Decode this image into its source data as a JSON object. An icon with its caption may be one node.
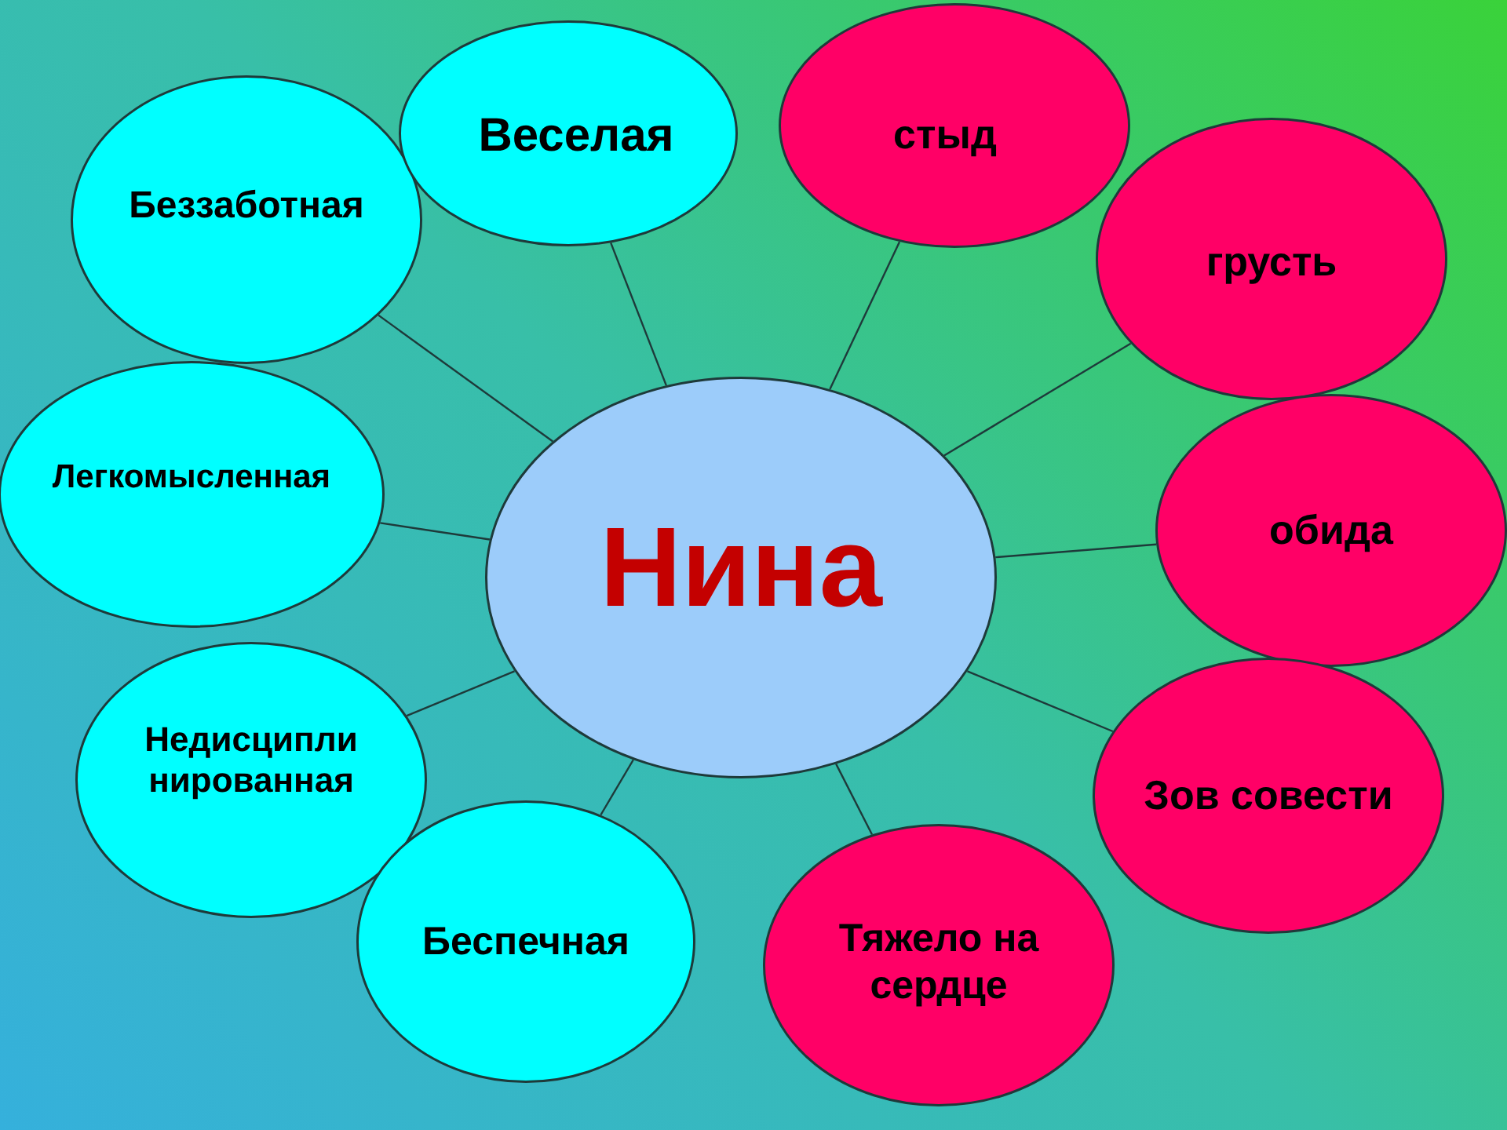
{
  "diagram": {
    "nodes": [
      {
        "text": [
          "Нина"
        ]
      },
      {
        "text": [
          "Беззаботная"
        ]
      },
      {
        "text": [
          "Веселая"
        ]
      },
      {
        "text": [
          "стыд"
        ]
      },
      {
        "text": [
          "грусть"
        ]
      },
      {
        "text": [
          "Легкомысленная"
        ]
      },
      {
        "text": [
          "обида"
        ]
      },
      {
        "text": [
          "Недисципли нированная"
        ]
      },
      {
        "text": [
          "Зов совести"
        ]
      },
      {
        "text": [
          "Беспечная"
        ]
      },
      {
        "text": [
          "Тяжело на сердце"
        ]
      }
    ],
    "edges": [
      {
        "from": 0,
        "to": 1,
        "arrow": "none"
      },
      {
        "from": 0,
        "to": 2,
        "arrow": "none"
      },
      {
        "from": 0,
        "to": 3,
        "arrow": "none"
      },
      {
        "from": 0,
        "to": 4,
        "arrow": "none"
      },
      {
        "from": 0,
        "to": 5,
        "arrow": "none"
      },
      {
        "from": 0,
        "to": 6,
        "arrow": "none"
      },
      {
        "from": 0,
        "to": 7,
        "arrow": "none"
      },
      {
        "from": 0,
        "to": 8,
        "arrow": "none"
      },
      {
        "from": 0,
        "to": 9,
        "arrow": "none"
      },
      {
        "from": 0,
        "to": 10,
        "arrow": "none"
      }
    ]
  }
}
